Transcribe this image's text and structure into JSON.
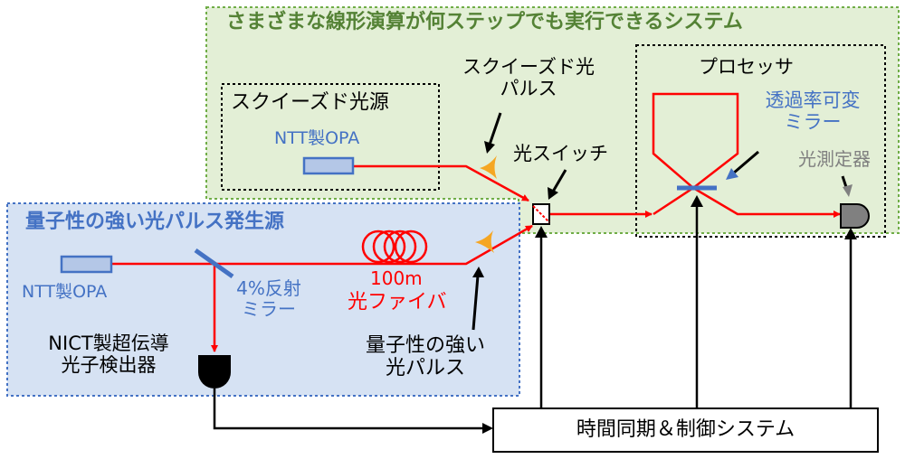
{
  "labels": {
    "system_title": "さまざまな線形演算が何ステップでも実行できるシステム",
    "squeezed_source_title": "スクイーズド光源",
    "opa_top": "NTT製OPA",
    "squeezed_pulse_line1": "スクイーズド光",
    "squeezed_pulse_line2": "パルス",
    "processor_title": "プロセッサ",
    "variable_mirror_line1": "透過率可変",
    "variable_mirror_line2": "ミラー",
    "optical_detector": "光測定器",
    "optical_switch": "光スイッチ",
    "quantum_source_title": "量子性の強い光パルス発生源",
    "opa_bottom": "NTT製OPA",
    "reflect_mirror_line1": "4%反射",
    "reflect_mirror_line2": "ミラー",
    "fiber_length": "100m",
    "fiber_label": "光ファイバ",
    "quantum_pulse_line1": "量子性の強い",
    "quantum_pulse_line2": "光パルス",
    "nict_line1": "NICT製超伝導",
    "nict_line2": "光子検出器",
    "control_system": "時間同期＆制御システム"
  },
  "colors": {
    "green_fill": "#e3efd6",
    "green_border": "#70ad47",
    "blue_fill": "#d6e2f3",
    "blue_border": "#4472c4",
    "beam_red": "#ff0000",
    "mirror_blue": "#4472c4",
    "pulse_orange": "#f5a623",
    "label_blue": "#4472c4",
    "label_green": "#548235",
    "detector_gray": "#808080"
  }
}
